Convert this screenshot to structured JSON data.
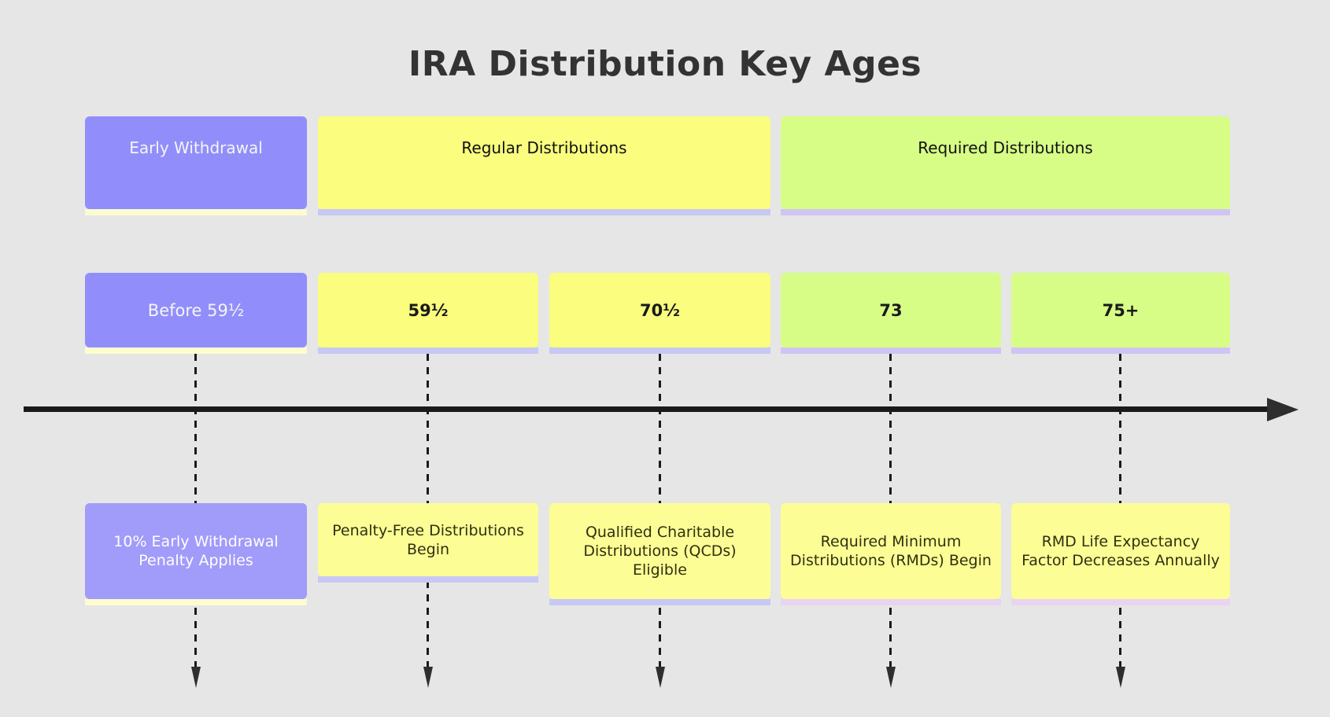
{
  "title": "IRA Distribution Key Ages",
  "sections": [
    {
      "label": "Early Withdrawal"
    },
    {
      "label": "Regular Distributions"
    },
    {
      "label": "Required Distributions"
    }
  ],
  "periods": [
    {
      "label": "Before 59½",
      "event": "10% Early Withdrawal Penalty Applies"
    },
    {
      "label": "59½",
      "event": "Penalty-Free Distributions Begin"
    },
    {
      "label": "70½",
      "event": "Qualified Charitable Distributions (QCDs) Eligible"
    },
    {
      "label": "73",
      "event": "Required Minimum Distributions (RMDs) Begin"
    },
    {
      "label": "75+",
      "event": "RMD Life Expectancy Factor Decreases Annually"
    }
  ],
  "colors": {
    "background": "#e6e6e6",
    "section_early": "#918efb",
    "section_regular": "#fafd7e",
    "section_required": "#d7fd87",
    "event_box": "#fdfd96",
    "event_box_early": "#a19bfa",
    "timeline": "#1a1a1a",
    "title_text": "#333333"
  }
}
